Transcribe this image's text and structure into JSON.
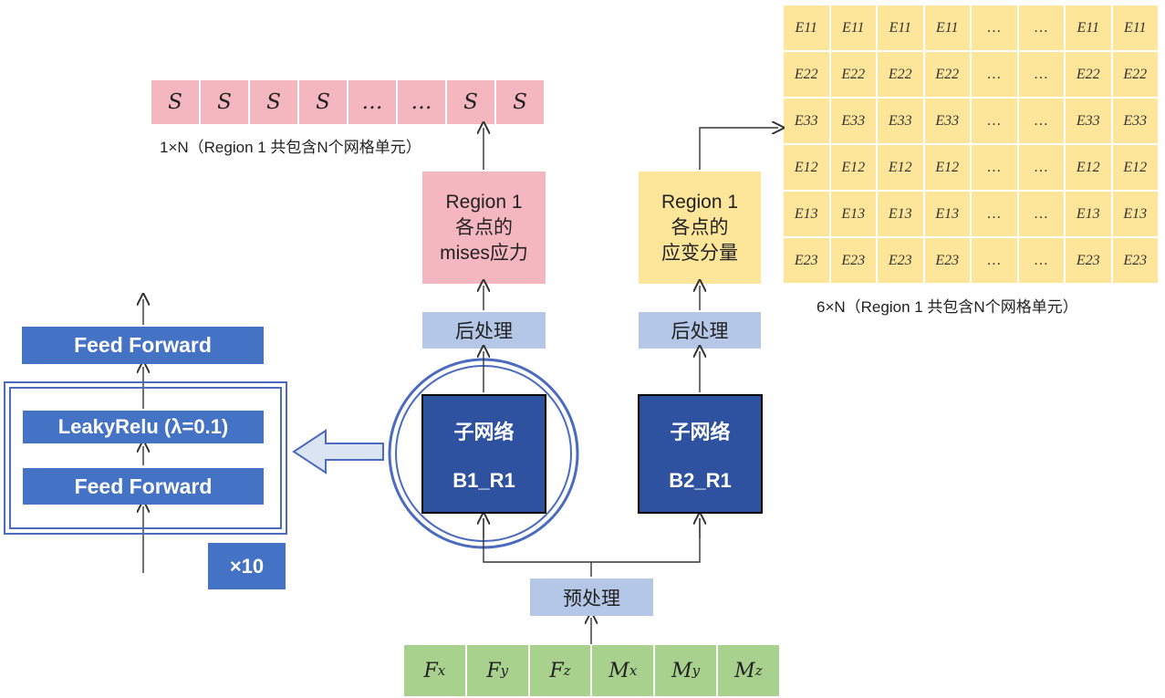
{
  "stress_row": [
    "S",
    "S",
    "S",
    "S",
    "…",
    "…",
    "S",
    "S"
  ],
  "stress_caption": "1×N（Region 1 共包含N个网格单元）",
  "strain_rows": [
    [
      "E11",
      "E11",
      "E11",
      "E11",
      "…",
      "…",
      "E11",
      "E11"
    ],
    [
      "E22",
      "E22",
      "E22",
      "E22",
      "…",
      "…",
      "E22",
      "E22"
    ],
    [
      "E33",
      "E33",
      "E33",
      "E33",
      "…",
      "…",
      "E33",
      "E33"
    ],
    [
      "E12",
      "E12",
      "E12",
      "E12",
      "…",
      "…",
      "E12",
      "E12"
    ],
    [
      "E13",
      "E13",
      "E13",
      "E13",
      "…",
      "…",
      "E13",
      "E13"
    ],
    [
      "E23",
      "E23",
      "E23",
      "E23",
      "…",
      "…",
      "E23",
      "E23"
    ]
  ],
  "strain_caption": "6×N（Region 1 共包含N个网格单元）",
  "stress_box": [
    "Region 1",
    "各点的",
    "mises应力"
  ],
  "strain_box": [
    "Region 1",
    "各点的",
    "应变分量"
  ],
  "postprocess_1": "后处理",
  "postprocess_2": "后处理",
  "subnet_1": {
    "title": "子网络",
    "id": "B1_R1"
  },
  "subnet_2": {
    "title": "子网络",
    "id": "B2_R1"
  },
  "preprocess": "预处理",
  "inputs": [
    {
      "base": "F",
      "sub": "x"
    },
    {
      "base": "F",
      "sub": "y"
    },
    {
      "base": "F",
      "sub": "z"
    },
    {
      "base": "M",
      "sub": "x"
    },
    {
      "base": "M",
      "sub": "y"
    },
    {
      "base": "M",
      "sub": "z"
    }
  ],
  "detail": {
    "top_layer": "Feed Forward",
    "activation": "LeakyRelu (λ=0.1)",
    "inner_layer": "Feed Forward",
    "repeat": "×10"
  }
}
